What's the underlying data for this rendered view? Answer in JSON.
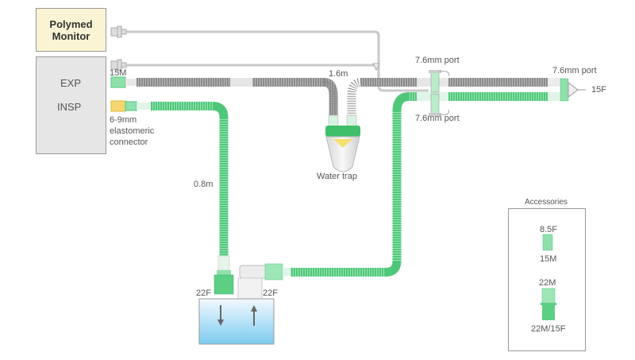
{
  "title": "Breathing circuit diagram",
  "monitor": {
    "label_line1": "Polymed",
    "label_line2": "Monitor"
  },
  "ventilator": {
    "exp_label": "EXP",
    "insp_label": "INSP"
  },
  "labels": {
    "connector_15m": "15M",
    "elastomeric_line1": "6-9mm",
    "elastomeric_line2": "elastomeric",
    "elastomeric_line3": "connector",
    "length_exp": "1.6m",
    "length_insp": "0.8m",
    "water_trap": "Water trap",
    "port_top": "7.6mm port",
    "port_bottom": "7.6mm port",
    "port_right": "7.6mm port",
    "patient_end": "15F",
    "humid_left": "22F",
    "humid_right": "22F"
  },
  "accessories": {
    "title": "Accessories",
    "items": [
      {
        "top_label": "8.5F",
        "bottom_label": "15M"
      },
      {
        "top_label": "22M",
        "bottom_label": "22M/15F"
      }
    ]
  },
  "colors": {
    "green_tube": "#5ccf85",
    "grey_tube": "#8a8a8a",
    "yellow_connector": "#f5d76e",
    "monitor_bg": "#fbf4d4",
    "vent_bg": "#e6e6e6",
    "water_top": "#e8f4fc",
    "water_bottom": "#7ccbf0"
  }
}
